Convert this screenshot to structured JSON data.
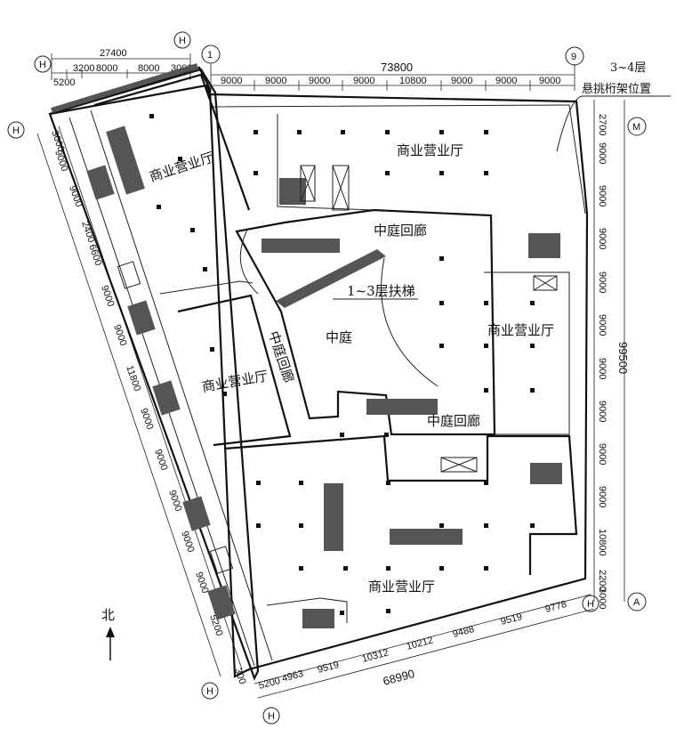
{
  "labels": {
    "hall_nw": "商业营业厅",
    "hall_ne": "商业营业厅",
    "hall_e": "商业营业厅",
    "hall_w": "商业营业厅",
    "hall_s": "商业营业厅",
    "corridor_n": "中庭回廊",
    "corridor_w": "中庭回廊",
    "corridor_s": "中庭回廊",
    "atrium": "中庭",
    "escalator": "1~3层扶梯",
    "truss_floor": "3~4层",
    "truss_note": "悬挑桁架位置",
    "north": "北"
  },
  "dims": {
    "top_total": "73800",
    "top_segments": [
      "9000",
      "9000",
      "9000",
      "9000",
      "10800",
      "9000",
      "9000",
      "9000"
    ],
    "top_left_total": "27400",
    "top_left_segments": [
      "5200",
      "3200",
      "8000",
      "8000",
      "3000"
    ],
    "right_total": "99500",
    "right_segments": [
      "2700",
      "9000",
      "9000",
      "9000",
      "9000",
      "9000",
      "9000",
      "9000",
      "9000",
      "9000",
      "10800",
      "2200"
    ],
    "left_segments": [
      "3000",
      "9000",
      "9000",
      "2400",
      "6600",
      "9000",
      "9000",
      "11800",
      "9000",
      "9000",
      "9000",
      "9000",
      "9000",
      "5200",
      "300"
    ],
    "bottom_total": "68990",
    "bottom_segments": [
      "5200",
      "4963",
      "9519",
      "10312",
      "10212",
      "9488",
      "9519",
      "9778"
    ],
    "right_bottom": [
      "3000"
    ]
  },
  "grid": {
    "g1": "1",
    "g9": "9",
    "gM": "M",
    "gA": "A",
    "gH_tl1": "H",
    "gH_tl2": "H",
    "gH_l": "H",
    "gH_bl": "H",
    "gH_b": "H",
    "gH_br": "H"
  }
}
